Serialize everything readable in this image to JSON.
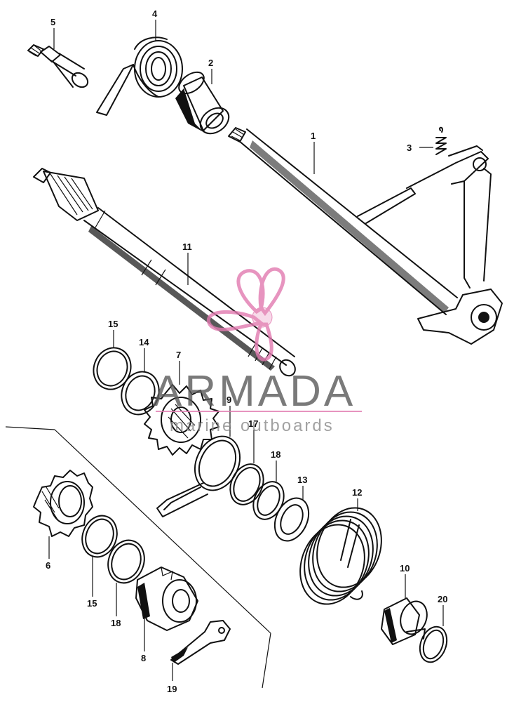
{
  "parts": [
    {
      "id": "p1",
      "label": "1"
    },
    {
      "id": "p2",
      "label": "2"
    },
    {
      "id": "p3",
      "label": "3"
    },
    {
      "id": "p4",
      "label": "4"
    },
    {
      "id": "p5",
      "label": "5"
    },
    {
      "id": "p6",
      "label": "6"
    },
    {
      "id": "p7",
      "label": "7"
    },
    {
      "id": "p8",
      "label": "8"
    },
    {
      "id": "p9",
      "label": "9"
    },
    {
      "id": "p10",
      "label": "10"
    },
    {
      "id": "p11",
      "label": "11"
    },
    {
      "id": "p12",
      "label": "12"
    },
    {
      "id": "p13",
      "label": "13"
    },
    {
      "id": "p14",
      "label": "14"
    },
    {
      "id": "p15a",
      "label": "15"
    },
    {
      "id": "p15b",
      "label": "15"
    },
    {
      "id": "p17",
      "label": "17"
    },
    {
      "id": "p18a",
      "label": "18"
    },
    {
      "id": "p18b",
      "label": "18"
    },
    {
      "id": "p19",
      "label": "19"
    },
    {
      "id": "p20",
      "label": "20"
    }
  ],
  "watermark": {
    "brand": "ARMADA",
    "tagline": "marine outboards",
    "logo_color": "#e27ab0",
    "rule_color": "#e27ab0"
  }
}
